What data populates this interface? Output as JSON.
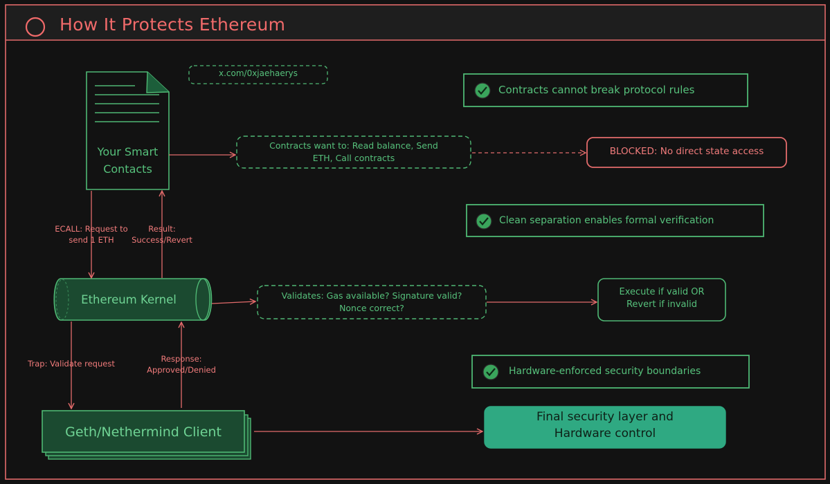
{
  "title": "How It Protects Ethereum",
  "handle": "x.com/0xjaehaerys",
  "nodes": {
    "smart_contracts": [
      "Your Smart",
      "Contacts"
    ],
    "kernel": "Ethereum Kernel",
    "client": "Geth/Nethermind Client",
    "contracts_want": [
      "Contracts want to: Read balance, Send",
      "ETH, Call contracts"
    ],
    "blocked": "BLOCKED: No direct state access",
    "validates": [
      "Validates: Gas available? Signature valid?",
      "Nonce correct?"
    ],
    "execute": [
      "Execute if valid OR",
      "Revert if invalid"
    ],
    "final_layer": [
      "Final security layer and",
      "Hardware control"
    ]
  },
  "edges": {
    "ecall": [
      "ECALL: Request to",
      "send 1 ETH"
    ],
    "result": [
      "Result:",
      "Success/Revert"
    ],
    "trap": "Trap: Validate request",
    "response": [
      "Response:",
      "Approved/Denied"
    ]
  },
  "checks": [
    "Contracts cannot break protocol rules",
    "Clean separation enables formal verification",
    "Hardware-enforced security boundaries"
  ],
  "colors": {
    "background": "#121212",
    "header_bar": "#1e1e1e",
    "green": "#4fb874",
    "red": "#e36b6b",
    "final_fill": "#2fa982"
  }
}
